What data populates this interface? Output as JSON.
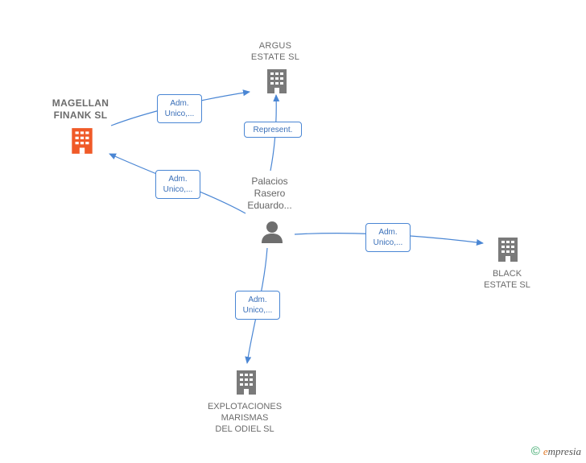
{
  "nodes": {
    "argus": {
      "line1": "ARGUS",
      "line2": "ESTATE  SL"
    },
    "magellan": {
      "line1": "MAGELLAN",
      "line2": "FINANK  SL"
    },
    "person": {
      "line1": "Palacios",
      "line2": "Rasero",
      "line3": "Eduardo..."
    },
    "black": {
      "line1": "BLACK",
      "line2": "ESTATE  SL"
    },
    "explotaciones": {
      "line1": "EXPLOTACIONES",
      "line2": "MARISMAS",
      "line3": "DEL ODIEL SL"
    }
  },
  "edges": {
    "argus_magellan": {
      "line1": "Adm.",
      "line2": "Unico,..."
    },
    "person_argus": {
      "line1": "Represent."
    },
    "person_magellan": {
      "line1": "Adm.",
      "line2": "Unico,..."
    },
    "person_black": {
      "line1": "Adm.",
      "line2": "Unico,..."
    },
    "person_explotaciones": {
      "line1": "Adm.",
      "line2": "Unico,..."
    }
  },
  "footer": {
    "symbol": "©",
    "brand_initial": "e",
    "brand_rest": "mpresia"
  },
  "colors": {
    "focus": "#f05a28",
    "company": "#7a7a7a",
    "edge": "#4a86d4"
  }
}
